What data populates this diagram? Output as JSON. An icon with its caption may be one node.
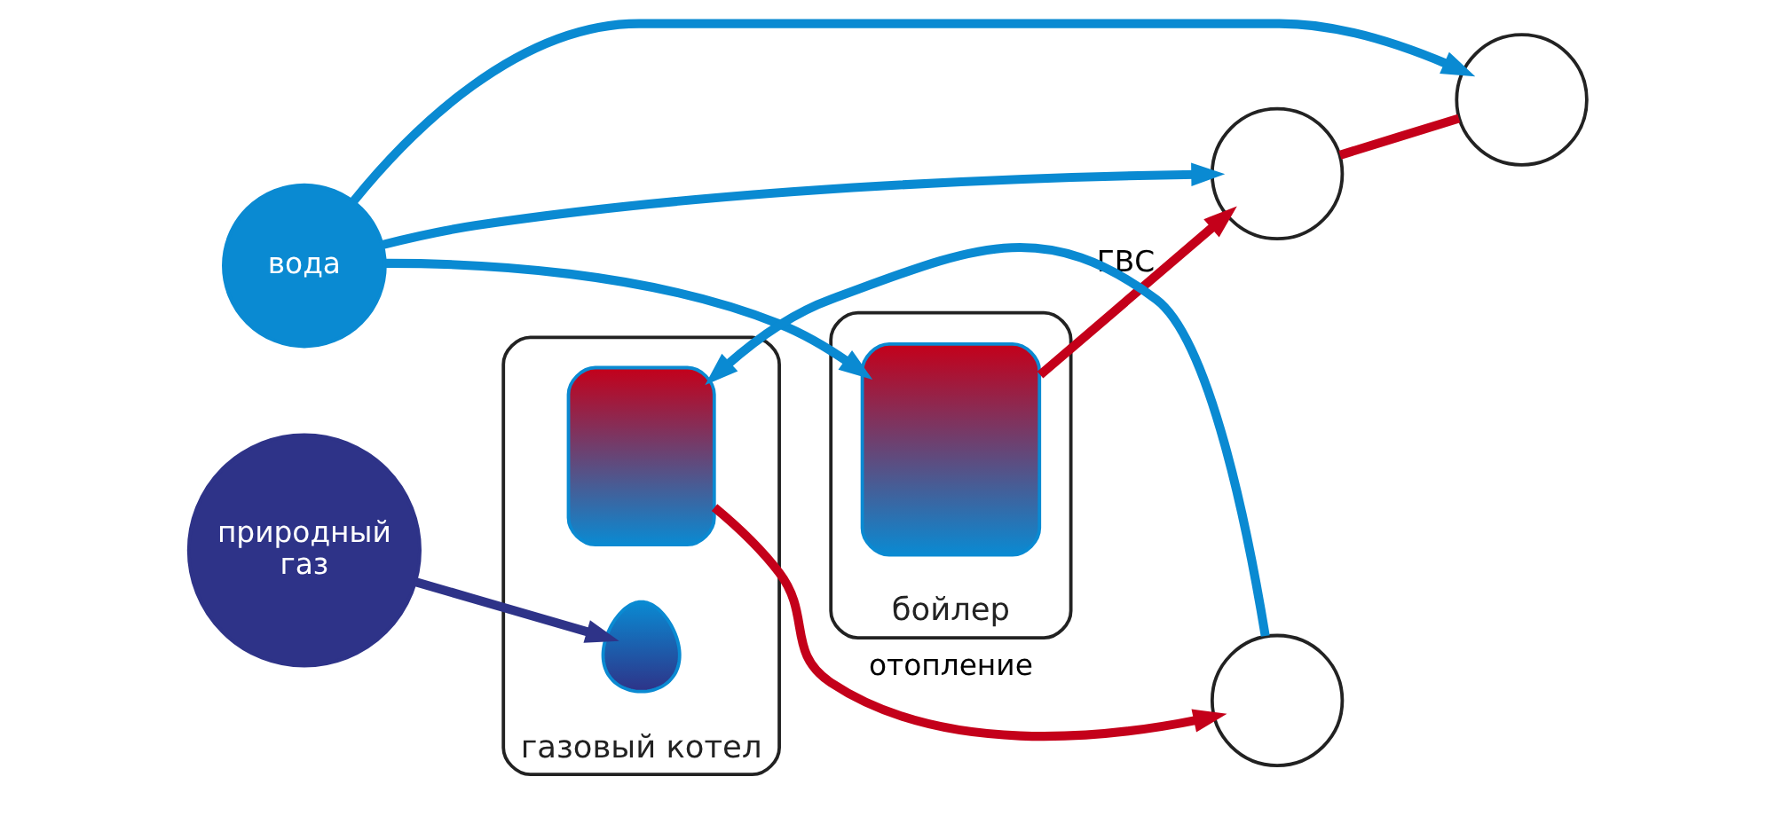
{
  "diagram": {
    "nodes": [
      {
        "text": [
          "вода"
        ]
      },
      {
        "text": [
          "природный газ"
        ]
      },
      {
        "text": [
          "газовый котел"
        ]
      },
      {
        "text": [],
        "shape": "box",
        "in": 2
      },
      {
        "text": [],
        "shape": "picture",
        "in": 2
      },
      {
        "text": [
          "бойлер"
        ]
      },
      {
        "text": [],
        "shape": "box",
        "in": 5
      },
      {
        "text": [],
        "shape": "circle"
      },
      {
        "text": [],
        "shape": "circle"
      },
      {
        "text": [],
        "shape": "circle"
      }
    ],
    "edges": [
      {
        "from": 0,
        "to": 7,
        "arrow": "to"
      },
      {
        "from": 0,
        "to": 8,
        "arrow": "to"
      },
      {
        "from": 0,
        "to": 6,
        "arrow": "to"
      },
      {
        "from": 1,
        "to": 4,
        "arrow": "to",
        "color": "#2e3388"
      },
      {
        "from": 3,
        "to": 9,
        "arrow": "to",
        "label": "отопление",
        "color": "#c4001a"
      },
      {
        "from": 6,
        "to": 7,
        "arrow": "to",
        "label": "ГВС",
        "color": "#c4001a"
      },
      {
        "from": 7,
        "to": 8,
        "arrow": "none",
        "color": "#c4001a"
      },
      {
        "from": 9,
        "to": 3,
        "arrow": "to"
      }
    ]
  }
}
